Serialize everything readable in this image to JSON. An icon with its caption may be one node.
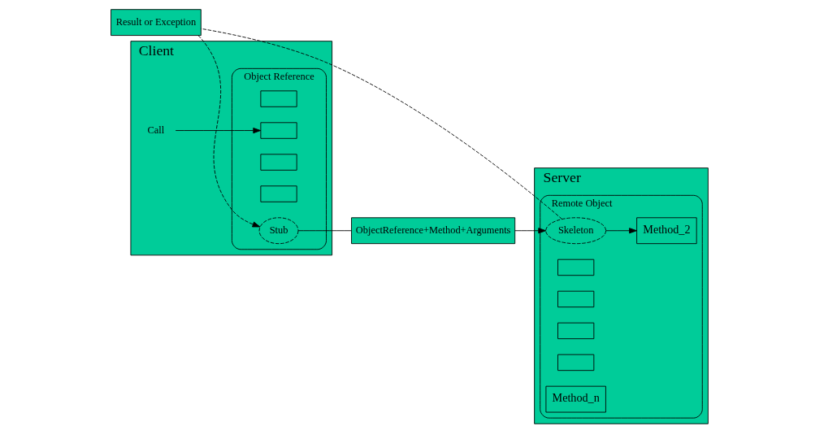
{
  "diagram": {
    "nodes": [
      {
        "text": [
          "Client"
        ]
      },
      {
        "text": [
          "Object Reference"
        ],
        "in": 0
      },
      {
        "text": [],
        "shape": "box",
        "in": 1
      },
      {
        "text": [],
        "shape": "box",
        "in": 1
      },
      {
        "text": [],
        "shape": "box",
        "in": 1
      },
      {
        "text": [],
        "shape": "box",
        "in": 1
      },
      {
        "text": [
          "Stub"
        ],
        "in": 1
      },
      {
        "text": [
          "Call"
        ],
        "in": 0
      },
      {
        "text": [
          "Server"
        ]
      },
      {
        "text": [
          "Remote Object"
        ],
        "in": 8
      },
      {
        "text": [
          "Skeleton"
        ],
        "in": 9
      },
      {
        "text": [],
        "shape": "box",
        "in": 9
      },
      {
        "text": [],
        "shape": "box",
        "in": 9
      },
      {
        "text": [],
        "shape": "box",
        "in": 9
      },
      {
        "text": [],
        "shape": "box",
        "in": 9
      },
      {
        "text": [
          "Method_2"
        ],
        "in": 9
      },
      {
        "text": [
          "Method_n"
        ],
        "in": 9
      },
      {
        "text": [
          "ObjectReference+Method+Arguments"
        ]
      },
      {
        "text": [
          "Result or Exception"
        ]
      }
    ],
    "edges": [
      {
        "from": 7,
        "to": 3,
        "arrow": "to"
      },
      {
        "from": 6,
        "to": 17,
        "arrow": "none"
      },
      {
        "from": 17,
        "to": 10,
        "arrow": "to"
      },
      {
        "from": 10,
        "to": 15,
        "arrow": "to"
      },
      {
        "from": 10,
        "to": 18,
        "arrow": "none",
        "style": "dashed"
      },
      {
        "from": 18,
        "to": 6,
        "arrow": "to",
        "style": "dashed"
      }
    ]
  }
}
